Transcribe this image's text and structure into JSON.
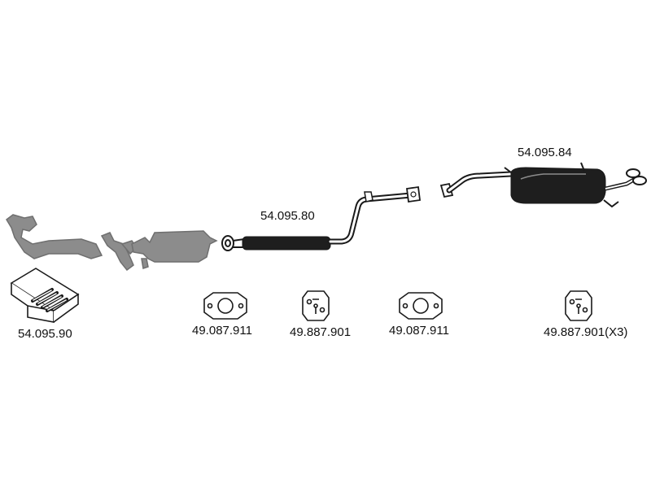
{
  "parts": {
    "rear_muffler": {
      "part_number": "54.095.84"
    },
    "center_pipe": {
      "part_number": "54.095.80"
    },
    "mounting_kit": {
      "part_number": "54.095.90"
    },
    "gasket_front": {
      "part_number": "49.087.911"
    },
    "hanger_front": {
      "part_number": "49.887.901"
    },
    "gasket_rear": {
      "part_number": "49.087.911"
    },
    "hanger_rear": {
      "part_number": "49.887.901(X3)"
    }
  },
  "colors": {
    "line": "#1a1a1a",
    "fill_dark": "#1e1e1e",
    "fill_grey": "#8c8c8c",
    "background": "#ffffff"
  }
}
